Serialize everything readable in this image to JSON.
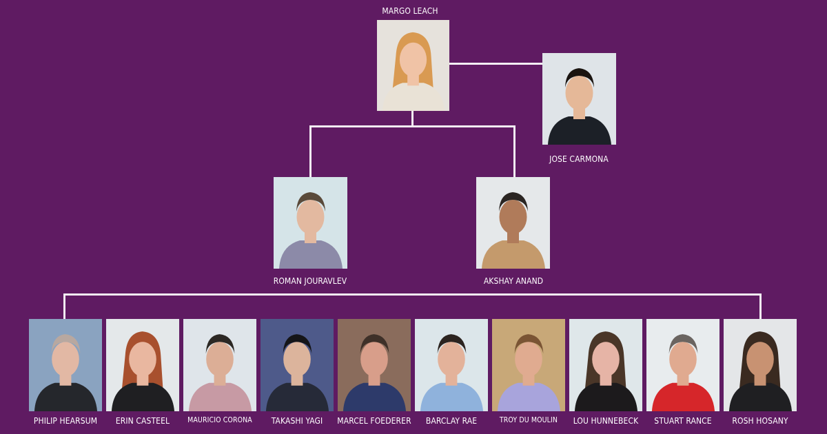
{
  "chart_title": "",
  "colors": {
    "background": "#5f1b62",
    "connector": "#f4eef4",
    "text": "#ffffff"
  },
  "top": {
    "leader": {
      "name": "MARGO LEACH",
      "hair": "#d99a52",
      "skin": "#f0c3a6",
      "bg": "#e6e2dc",
      "shirt": "#e9e2d6"
    },
    "side": {
      "name": "JOSE CARMONA",
      "hair": "#1a1410",
      "skin": "#e5b898",
      "bg": "#dfe4e8",
      "shirt": "#1c2027"
    }
  },
  "middle": [
    {
      "name": "ROMAN JOURAVLEV",
      "hair": "#5a4a3a",
      "skin": "#e3b9a0",
      "bg": "#d5e4e8",
      "shirt": "#8c8aa8"
    },
    {
      "name": "AKSHAY ANAND",
      "hair": "#2a2522",
      "skin": "#b07b5a",
      "bg": "#e5e8ea",
      "shirt": "#c49a6c"
    }
  ],
  "bottom": [
    {
      "name": "PHILIP HEARSUM",
      "hair": "#b8a8a0",
      "skin": "#e2b8a4",
      "bg": "#8aa3c0",
      "shirt": "#25272c"
    },
    {
      "name": "ERIN CASTEEL",
      "hair": "#a8502e",
      "skin": "#e9b7a0",
      "bg": "#e4e8ea",
      "shirt": "#1f1f22"
    },
    {
      "name": "MAURICIO CORONA",
      "hair": "#2c2824",
      "skin": "#dcae96",
      "bg": "#dfe5ea",
      "shirt": "#c79aa4"
    },
    {
      "name": "TAKASHI YAGI",
      "hair": "#151518",
      "skin": "#dcb49c",
      "bg": "#4e5a8a",
      "shirt": "#262a38"
    },
    {
      "name": "MARCEL FOEDERER",
      "hair": "#3e3028",
      "skin": "#d89e8a",
      "bg": "#8a6c5c",
      "shirt": "#2d3a6a"
    },
    {
      "name": "BARCLAY RAE",
      "hair": "#2c2420",
      "skin": "#e3b29a",
      "bg": "#dce6ea",
      "shirt": "#8fb2dc"
    },
    {
      "name": "TROY DU MOULIN",
      "hair": "#7a5434",
      "skin": "#e0ab90",
      "bg": "#c8a878",
      "shirt": "#a8a4dc"
    },
    {
      "name": "LOU HUNNEBECK",
      "hair": "#4a3628",
      "skin": "#e6b4a6",
      "bg": "#dfe7ea",
      "shirt": "#1c1a1c"
    },
    {
      "name": "STUART RANCE",
      "hair": "#6a6460",
      "skin": "#e0aa90",
      "bg": "#e8ecee",
      "shirt": "#d6262a"
    },
    {
      "name": "ROSH HOSANY",
      "hair": "#3a2a20",
      "skin": "#c89272",
      "bg": "#e4e6e8",
      "shirt": "#1f1f22"
    }
  ]
}
